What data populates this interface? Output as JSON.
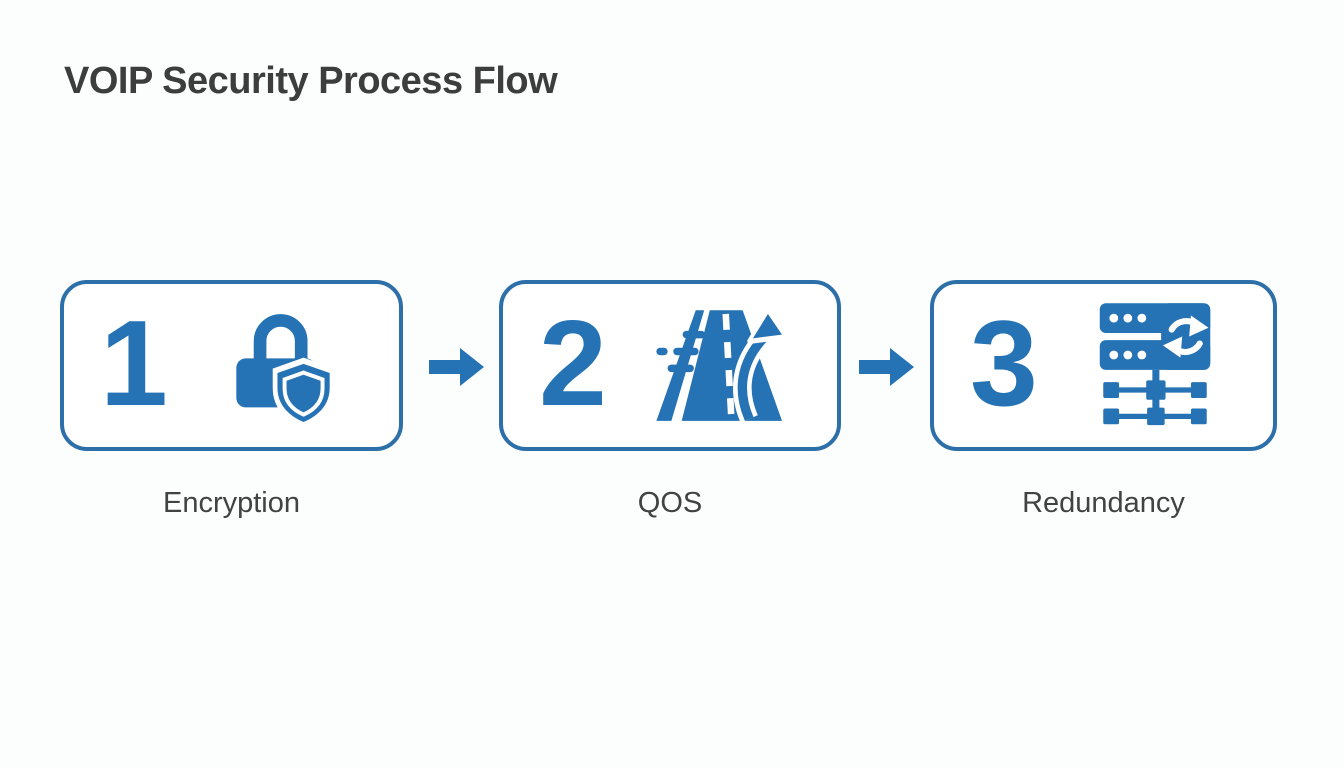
{
  "page": {
    "title": "VOIP Security Process Flow"
  },
  "colors": {
    "accent_blue": "#2572b4",
    "border_blue": "#2d6fa8",
    "title_text": "#3d3d3d",
    "label_text": "#424242",
    "background": "#fcfdfd"
  },
  "flow": {
    "steps": [
      {
        "number": "1",
        "label": "Encryption",
        "icon": "lock-shield-icon"
      },
      {
        "number": "2",
        "label": "QOS",
        "icon": "highway-speed-icon"
      },
      {
        "number": "3",
        "label": "Redundancy",
        "icon": "server-sync-network-icon"
      }
    ],
    "connectors": [
      {
        "icon": "arrow-right-icon"
      },
      {
        "icon": "arrow-right-icon"
      }
    ]
  }
}
